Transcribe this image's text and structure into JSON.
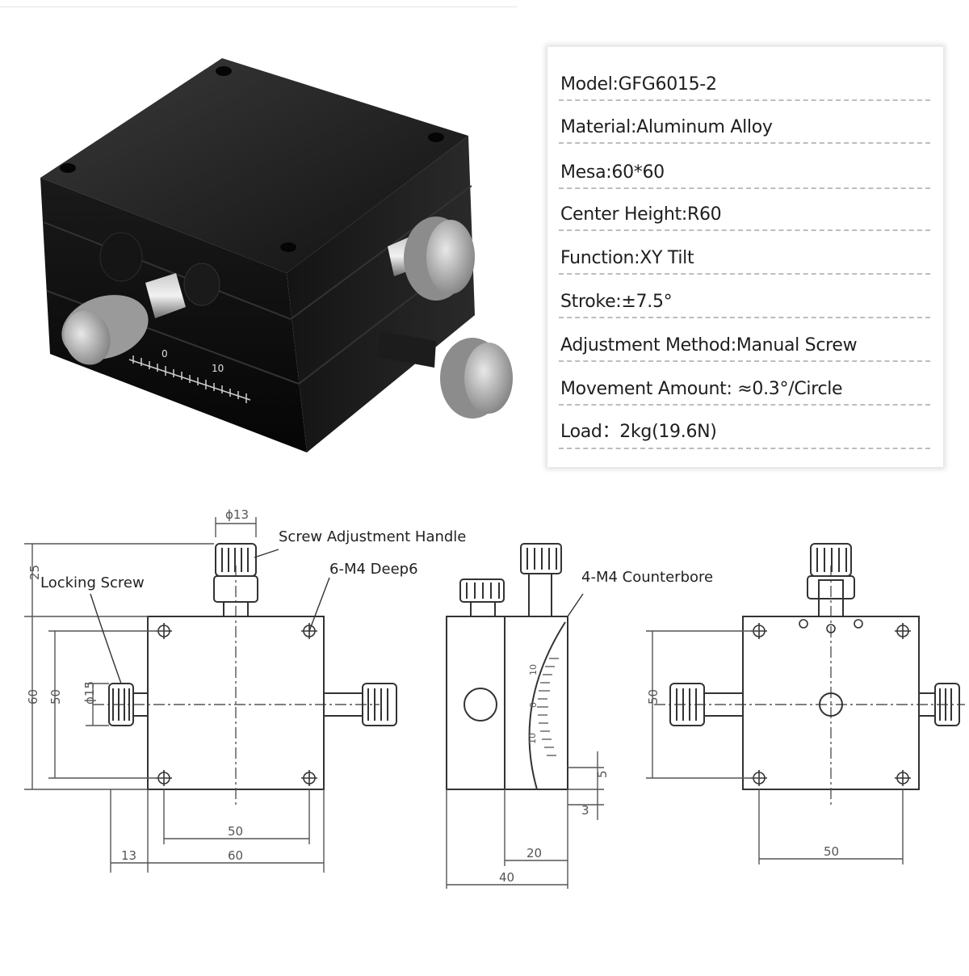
{
  "specs": [
    {
      "text": "Model:GFG6015-2"
    },
    {
      "text": "Material:Aluminum Alloy"
    },
    {
      "text": "Mesa:60*60"
    },
    {
      "text": "Center Height:R60"
    },
    {
      "text": "Function:XY Tilt"
    },
    {
      "text": "Stroke:±7.5°"
    },
    {
      "text": "Adjustment Method:Manual Screw"
    },
    {
      "text": "Movement Amount: ≈0.3°/Circle"
    },
    {
      "text": "Load：2kg(19.6N)"
    }
  ],
  "photo": {
    "scale_labels": [
      "0",
      "10"
    ]
  },
  "callouts": {
    "screw_handle": "Screw Adjustment Handle",
    "locking_screw": "Locking Screw",
    "m4_deep": "6-M4 Deep6",
    "m4_counterbore": "4-M4 Counterbore"
  },
  "dims": {
    "phi13": "ϕ13",
    "d25": "25",
    "d60_left": "60",
    "d50_left": "50",
    "phi15": "ϕ15",
    "d50_bottom": "50",
    "d13": "13",
    "d60_bottom": "60",
    "d5": "5",
    "d3": "3",
    "d20": "20",
    "d40": "40",
    "d50_right": "50",
    "d50_right_bottom": "50",
    "scale_10_top": "10",
    "scale_0": "0",
    "scale_10_bottom": "10"
  }
}
